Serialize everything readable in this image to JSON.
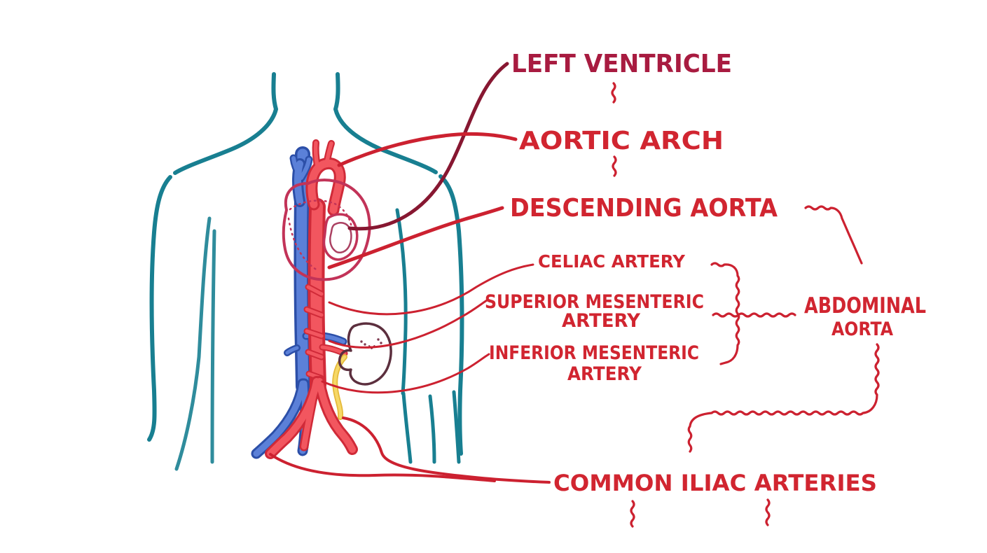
{
  "diagram": {
    "type": "hand-drawn anatomical illustration",
    "subject": "Aorta and its major branches in the torso",
    "labels": {
      "left_ventricle": "LEFT VENTRICLE",
      "aortic_arch": "AORTIC ARCH",
      "descending_aorta": "DESCENDING AORTA",
      "celiac_artery": "CELIAC ARTERY",
      "superior_mesenteric_line1": "SUPERIOR MESENTERIC",
      "superior_mesenteric_line2": "ARTERY",
      "inferior_mesenteric_line1": "INFERIOR MESENTERIC",
      "inferior_mesenteric_line2": "ARTERY",
      "abdominal_line1": "ABDOMINAL",
      "abdominal_line2": "AORTA",
      "common_iliac": "COMMON ILIAC ARTERIES"
    },
    "flow_arrows": [
      "left-ventricle -> aortic-arch",
      "aortic-arch -> descending-aorta",
      "descending-aorta -> abdominal-aorta",
      "abdominal-aorta -> celiac-artery",
      "abdominal-aorta -> superior-mesenteric-artery",
      "abdominal-aorta -> inferior-mesenteric-artery",
      "abdominal-aorta -> common-iliac-arteries",
      "common-iliac-arteries -> continues (two arrows)"
    ],
    "illustrated_structures": [
      "torso",
      "heart",
      "aortic-arch",
      "vena-cava",
      "descending-aorta",
      "kidney",
      "ureter",
      "iliac-bifurcation"
    ],
    "colors": {
      "label_red": "#d12530",
      "label_dark_red": "#a81b40",
      "leader_maroon": "#871731",
      "callout_red": "#cc2130",
      "body_fill": "#dcedf8",
      "body_outline_teal": "#187f91",
      "artery_fill": "#f2565f",
      "artery_outline": "#d02a38",
      "vein_fill": "#5b80d8",
      "vein_outline": "#2c4fa8",
      "heart_pink": "#f2a9c2",
      "heart_outline": "#c23358",
      "kidney_pink": "#f4a6bf",
      "kidney_outline": "#5c2f3e",
      "ureter_yellow": "#f6d867",
      "background": "#ffffff"
    }
  }
}
